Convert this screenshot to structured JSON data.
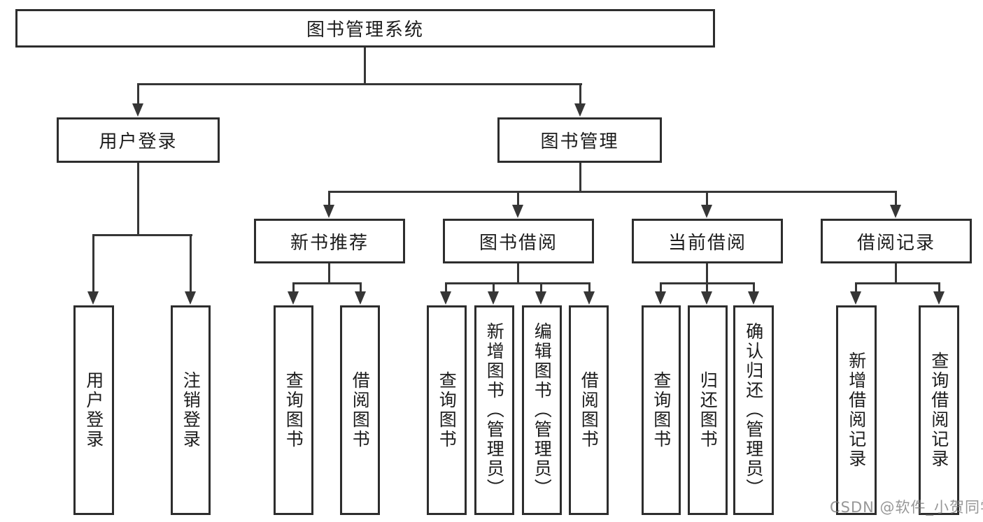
{
  "diagram": {
    "root": {
      "label": "图书管理系统"
    },
    "level2": [
      {
        "label": "用户登录"
      },
      {
        "label": "图书管理"
      }
    ],
    "level3": [
      {
        "label": "新书推荐"
      },
      {
        "label": "图书借阅"
      },
      {
        "label": "当前借阅"
      },
      {
        "label": "借阅记录"
      }
    ],
    "level4": {
      "user_login_children": [
        "用户登录",
        "注销登录"
      ],
      "new_book_children": [
        "查询图书",
        "借阅图书"
      ],
      "book_borrow_children": [
        "查询图书",
        "新增图书（管理员）",
        "编辑图书（管理员）",
        "借阅图书"
      ],
      "current_borrow_children": [
        "查询图书",
        "归还图书",
        "确认归还（管理员）"
      ],
      "borrow_record_children": [
        "新增借阅记录",
        "查询借阅记录"
      ]
    }
  },
  "watermark": {
    "text": "CSDN @软件_小贺同学"
  },
  "colors": {
    "line": "#363636",
    "border": "#2d2d2d",
    "text": "#1c1c1c",
    "background": "#ffffff",
    "watermark": "#7d7d7d"
  }
}
